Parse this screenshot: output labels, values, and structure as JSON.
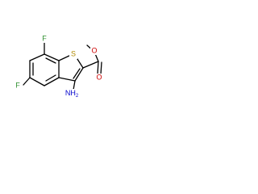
{
  "molecule": {
    "atoms": {
      "f_top": "F",
      "f_left": "F",
      "sulfur": "S",
      "amine": "NH",
      "amine_sub": "2",
      "ester_oxygen_single": "O",
      "ester_oxygen_double": "O"
    },
    "colors": {
      "bond": "#000000",
      "oxygen": "#cc0000",
      "sulfur": "#b08a00",
      "fluorine": "#2f8f2f",
      "nitrogen": "#0000cc"
    }
  }
}
